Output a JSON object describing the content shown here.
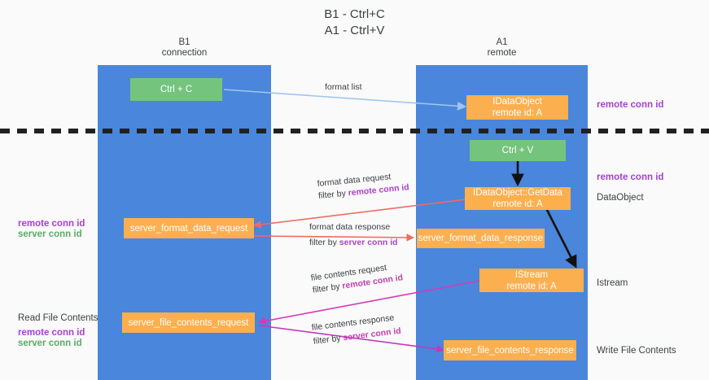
{
  "title": {
    "line1": "B1 - Ctrl+C",
    "line2": "A1 - Ctrl+V"
  },
  "lanes": [
    {
      "id": "b1",
      "name": "B1",
      "sub": "connection"
    },
    {
      "id": "a1",
      "name": "A1",
      "sub": "remote"
    }
  ],
  "nodes": {
    "ctrl_c": {
      "line1": "Ctrl + C",
      "line2": ""
    },
    "idataobject": {
      "line1": "IDataObject",
      "line2": "remote id: A"
    },
    "ctrl_v": {
      "line1": "Ctrl + V",
      "line2": ""
    },
    "getdata": {
      "line1": "IDataObject::GetData",
      "line2": "remote id: A"
    },
    "server_format_data_request": {
      "line1": "server_format_data_request",
      "line2": ""
    },
    "server_format_data_response": {
      "line1": "server_format_data_response",
      "line2": ""
    },
    "istream": {
      "line1": "IStream",
      "line2": "remote id: A"
    },
    "server_file_contents_request": {
      "line1": "server_file_contents_request",
      "line2": ""
    },
    "server_file_contents_response": {
      "line1": "server_file_contents_response",
      "line2": ""
    }
  },
  "annotations": {
    "right_remote_conn_id_top": "remote conn id",
    "right_remote_conn_id_mid": "remote conn id",
    "right_dataobject": "DataObject",
    "right_istream": "Istream",
    "right_write_file_contents": "Write File Contents",
    "left_remote_conn_id_1": "remote conn id",
    "left_server_conn_id_1": "server conn id",
    "left_read_file_contents": "Read File Contents",
    "left_remote_conn_id_2": "remote conn id",
    "left_server_conn_id_2": "server conn id"
  },
  "edges": [
    {
      "id": "format_list",
      "label_line1": "format list",
      "label_line2": "",
      "label_filter_prefix": "",
      "label_filter_key": "",
      "color": "#9dc6ef"
    },
    {
      "id": "format_data_request",
      "label_line1": "format data request",
      "label_filter_prefix": "filter by ",
      "label_filter_key": "remote conn id",
      "color": "#ef6c5f"
    },
    {
      "id": "format_data_response",
      "label_line1": "format data response",
      "label_filter_prefix": "filter by ",
      "label_filter_key": "server conn id",
      "color": "#ef6c5f"
    },
    {
      "id": "file_contents_request",
      "label_line1": "file contents request",
      "label_filter_prefix": "filter by ",
      "label_filter_key": "remote conn id",
      "color": "#d838b8"
    },
    {
      "id": "file_contents_response",
      "label_line1": "file contents response",
      "label_filter_prefix": "filter by ",
      "label_filter_key": "server conn id",
      "color": "#c03ac0"
    }
  ],
  "colors": {
    "lane": "#4a86db",
    "node_green": "#74c47d",
    "node_orange": "#fbaf4f",
    "purple": "#a83fd0",
    "green": "#5aab63",
    "divider": "#212121",
    "background": "#fafafa"
  }
}
